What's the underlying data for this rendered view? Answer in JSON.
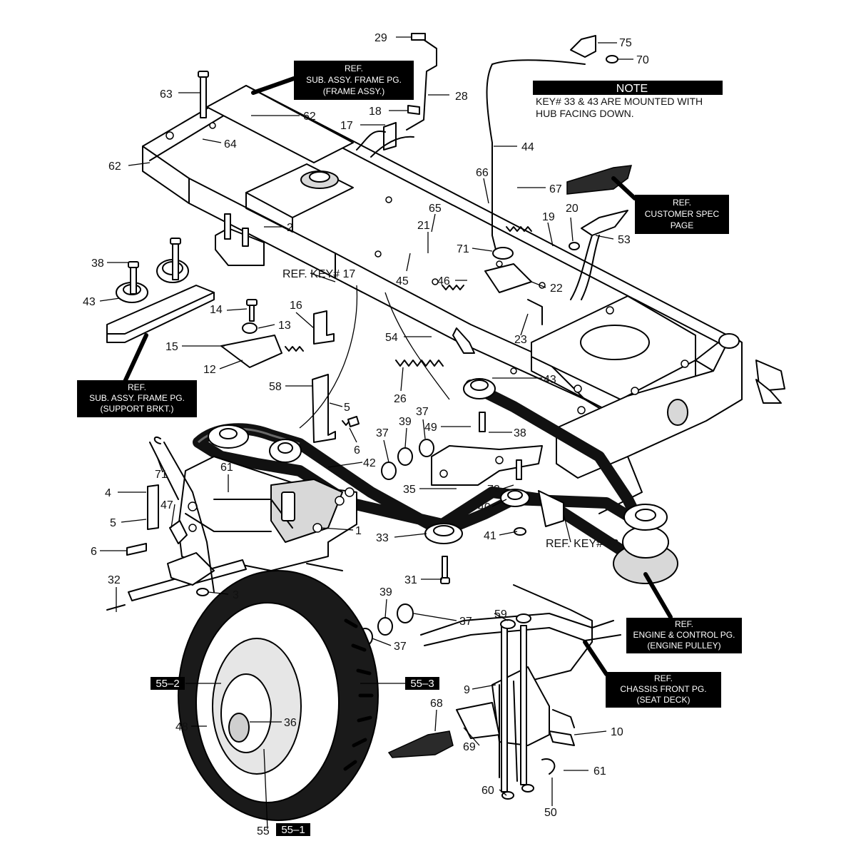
{
  "callouts": [
    {
      "id": "c29",
      "text": "29"
    },
    {
      "id": "c75",
      "text": "75"
    },
    {
      "id": "c70",
      "text": "70"
    },
    {
      "id": "c28",
      "text": "28"
    },
    {
      "id": "c63",
      "text": "63"
    },
    {
      "id": "c62a",
      "text": "62"
    },
    {
      "id": "c18",
      "text": "18"
    },
    {
      "id": "c17",
      "text": "17"
    },
    {
      "id": "c64",
      "text": "64"
    },
    {
      "id": "c62b",
      "text": "62"
    },
    {
      "id": "c44",
      "text": "44"
    },
    {
      "id": "c66",
      "text": "66"
    },
    {
      "id": "c67",
      "text": "67"
    },
    {
      "id": "c65",
      "text": "65"
    },
    {
      "id": "c19",
      "text": "19"
    },
    {
      "id": "c20",
      "text": "20"
    },
    {
      "id": "c2",
      "text": "2"
    },
    {
      "id": "c21",
      "text": "21"
    },
    {
      "id": "c53",
      "text": "53"
    },
    {
      "id": "c71a",
      "text": "71"
    },
    {
      "id": "c38a",
      "text": "38"
    },
    {
      "id": "c45",
      "text": "45"
    },
    {
      "id": "c46",
      "text": "46"
    },
    {
      "id": "c22",
      "text": "22"
    },
    {
      "id": "c43a",
      "text": "43"
    },
    {
      "id": "c14",
      "text": "14"
    },
    {
      "id": "c16",
      "text": "16"
    },
    {
      "id": "c13",
      "text": "13"
    },
    {
      "id": "c15",
      "text": "15"
    },
    {
      "id": "c54",
      "text": "54"
    },
    {
      "id": "c23",
      "text": "23"
    },
    {
      "id": "c12",
      "text": "12"
    },
    {
      "id": "c26",
      "text": "26"
    },
    {
      "id": "c43b",
      "text": "43"
    },
    {
      "id": "c58",
      "text": "58"
    },
    {
      "id": "c5a",
      "text": "5"
    },
    {
      "id": "c37a",
      "text": "37"
    },
    {
      "id": "c39a",
      "text": "39"
    },
    {
      "id": "c37b",
      "text": "37"
    },
    {
      "id": "c49",
      "text": "49"
    },
    {
      "id": "c38b",
      "text": "38"
    },
    {
      "id": "c6a",
      "text": "6"
    },
    {
      "id": "c71b",
      "text": "71"
    },
    {
      "id": "c61a",
      "text": "61"
    },
    {
      "id": "c42",
      "text": "42"
    },
    {
      "id": "c35",
      "text": "35"
    },
    {
      "id": "c72",
      "text": "72"
    },
    {
      "id": "c4",
      "text": "4"
    },
    {
      "id": "c47",
      "text": "47"
    },
    {
      "id": "c40",
      "text": "40"
    },
    {
      "id": "c5b",
      "text": "5"
    },
    {
      "id": "c1",
      "text": "1"
    },
    {
      "id": "c33",
      "text": "33"
    },
    {
      "id": "c41",
      "text": "41"
    },
    {
      "id": "c6b",
      "text": "6"
    },
    {
      "id": "c32",
      "text": "32"
    },
    {
      "id": "c31",
      "text": "31"
    },
    {
      "id": "c3",
      "text": "3"
    },
    {
      "id": "c39b",
      "text": "39"
    },
    {
      "id": "c59",
      "text": "59"
    },
    {
      "id": "c37c",
      "text": "37"
    },
    {
      "id": "c37d",
      "text": "37"
    },
    {
      "id": "c9",
      "text": "9"
    },
    {
      "id": "c68",
      "text": "68"
    },
    {
      "id": "c48",
      "text": "48"
    },
    {
      "id": "c36",
      "text": "36"
    },
    {
      "id": "c10",
      "text": "10"
    },
    {
      "id": "c69",
      "text": "69"
    },
    {
      "id": "c61b",
      "text": "61"
    },
    {
      "id": "c60",
      "text": "60"
    },
    {
      "id": "c50",
      "text": "50"
    },
    {
      "id": "c55",
      "text": "55"
    }
  ],
  "ref_key_labels": {
    "key17": "REF. KEY# 17",
    "key42": "REF. KEY# 42"
  },
  "ref_boxes": {
    "frame_assy": [
      "REF.",
      "SUB. ASSY. FRAME PG.",
      "(FRAME ASSY.)"
    ],
    "customer_spec": [
      "REF.",
      "CUSTOMER SPEC",
      "PAGE"
    ],
    "support_brkt": [
      "REF.",
      "SUB. ASSY. FRAME PG.",
      "(SUPPORT BRKT.)"
    ],
    "engine_pulley": [
      "REF.",
      "ENGINE & CONTROL PG.",
      "(ENGINE PULLEY)"
    ],
    "seat_deck": [
      "REF.",
      "CHASSIS FRONT PG.",
      "(SEAT DECK)"
    ]
  },
  "note": {
    "header": "NOTE",
    "lines": [
      "KEY# 33 & 43 ARE MOUNTED WITH",
      "HUB FACING DOWN."
    ]
  },
  "wheel_tags": {
    "t55_1": "55–1",
    "t55_2": "55–2",
    "t55_3": "55–3"
  },
  "colors": {
    "ink": "#000000",
    "paper": "#ffffff",
    "part_fill": "#d8d8d8"
  }
}
